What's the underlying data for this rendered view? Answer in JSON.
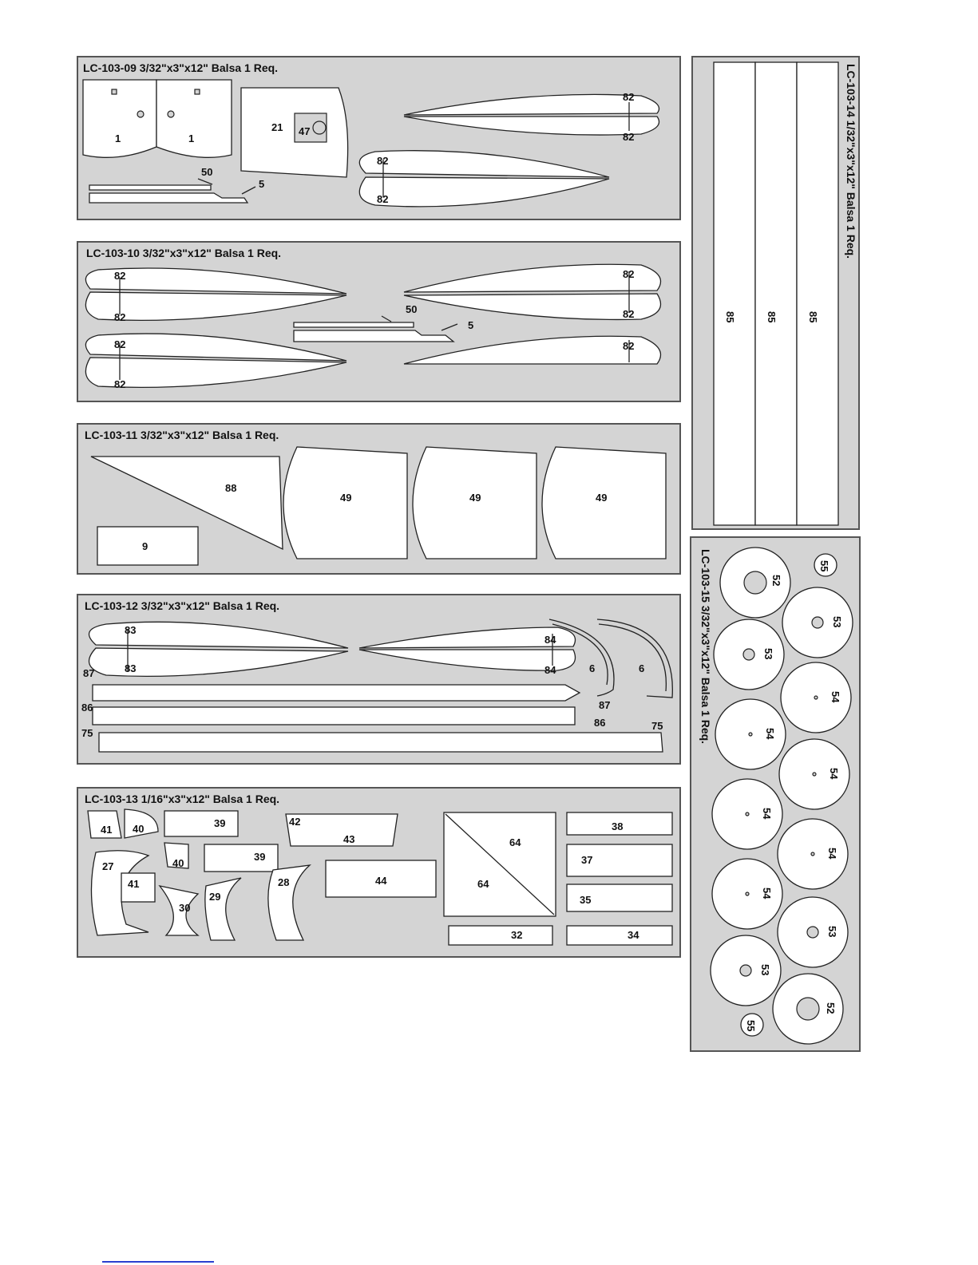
{
  "sheets": {
    "s09": {
      "title": "LC-103-09 3/32\"x3\"x12\" Balsa 1 Req.",
      "labels": [
        "1",
        "1",
        "21",
        "47",
        "50",
        "5",
        "82",
        "82",
        "82",
        "82"
      ]
    },
    "s10": {
      "title": "LC-103-10 3/32\"x3\"x12\" Balsa 1 Req.",
      "labels": [
        "82",
        "82",
        "82",
        "82",
        "50",
        "5",
        "82",
        "82",
        "82"
      ]
    },
    "s11": {
      "title": "LC-103-11 3/32\"x3\"x12\" Balsa 1 Req.",
      "labels": [
        "88",
        "9",
        "49",
        "49",
        "49"
      ]
    },
    "s12": {
      "title": "LC-103-12 3/32\"x3\"x12\" Balsa 1 Req.",
      "labels": [
        "83",
        "83",
        "84",
        "84",
        "6",
        "6",
        "87",
        "87",
        "86",
        "86",
        "75",
        "75"
      ]
    },
    "s13": {
      "title": "LC-103-13 1/16\"x3\"x12\" Balsa 1 Req.",
      "labels": [
        "41",
        "40",
        "39",
        "42",
        "43",
        "64",
        "64",
        "38",
        "40",
        "39",
        "37",
        "27",
        "41",
        "30",
        "29",
        "28",
        "44",
        "35",
        "32",
        "34"
      ]
    },
    "s14": {
      "title": "LC-103-14 1/32\"x3\"x12\" Balsa 1 Req.",
      "labels": [
        "85",
        "85",
        "85"
      ]
    },
    "s15": {
      "title": "LC-103-15 3/32\"x3\"x12\" Balsa 1 Req.",
      "labels": [
        "52",
        "55",
        "53",
        "53",
        "54",
        "54",
        "54",
        "54",
        "54",
        "54",
        "53",
        "53",
        "52",
        "55"
      ]
    }
  }
}
